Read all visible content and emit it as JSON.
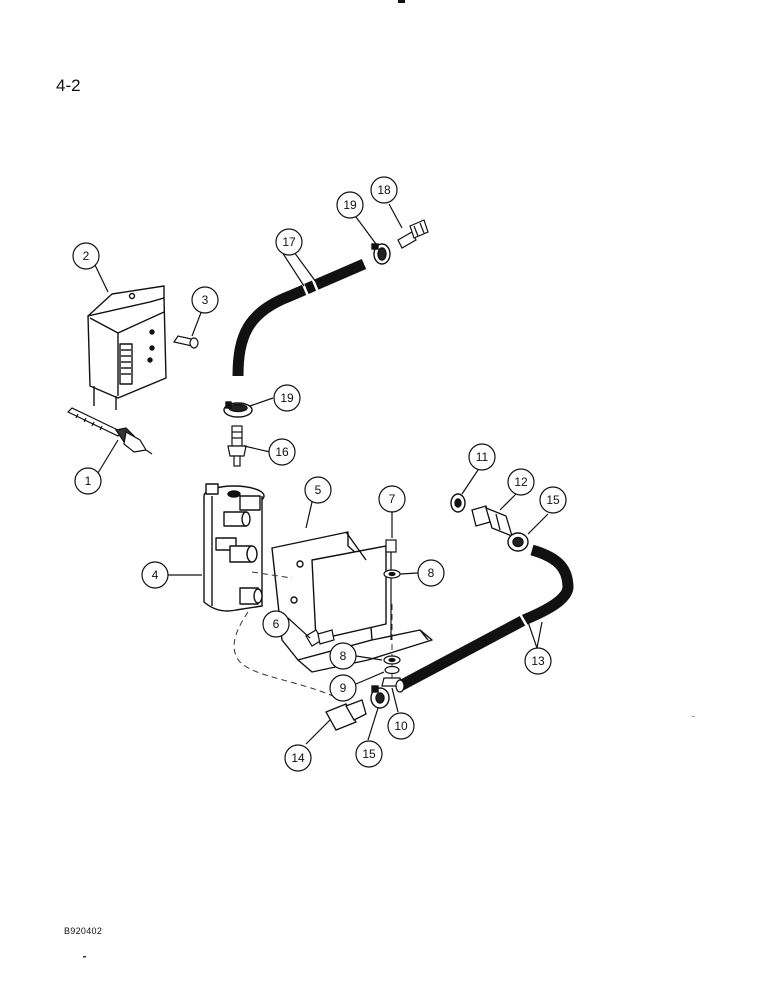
{
  "page_label": "4-2",
  "reference_code": "B920402",
  "callouts": [
    {
      "id": "c1",
      "number": "1"
    },
    {
      "id": "c2",
      "number": "2"
    },
    {
      "id": "c3",
      "number": "3"
    },
    {
      "id": "c4",
      "number": "4"
    },
    {
      "id": "c5",
      "number": "5"
    },
    {
      "id": "c6",
      "number": "6"
    },
    {
      "id": "c7",
      "number": "7"
    },
    {
      "id": "c8a",
      "number": "8"
    },
    {
      "id": "c8b",
      "number": "8"
    },
    {
      "id": "c9",
      "number": "9"
    },
    {
      "id": "c10",
      "number": "10"
    },
    {
      "id": "c11",
      "number": "11"
    },
    {
      "id": "c12",
      "number": "12"
    },
    {
      "id": "c13",
      "number": "13"
    },
    {
      "id": "c14",
      "number": "14"
    },
    {
      "id": "c15a",
      "number": "15"
    },
    {
      "id": "c15b",
      "number": "15"
    },
    {
      "id": "c16",
      "number": "16"
    },
    {
      "id": "c17",
      "number": "17"
    },
    {
      "id": "c18",
      "number": "18"
    },
    {
      "id": "c19a",
      "number": "19"
    },
    {
      "id": "c19b",
      "number": "19"
    }
  ]
}
